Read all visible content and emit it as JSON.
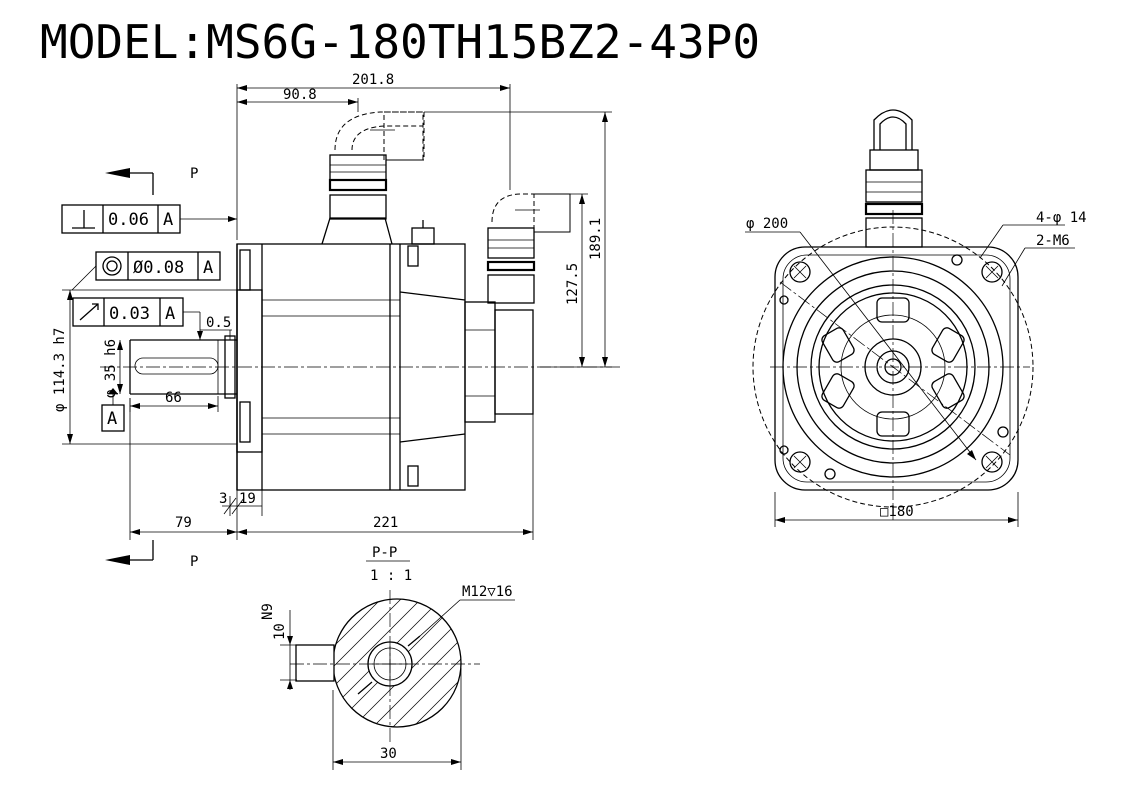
{
  "title": "MODEL:MS6G-180TH15BZ2-43P0",
  "dimensions": {
    "d_201_8": "201.8",
    "d_90_8": "90.8",
    "d_189_1": "189.1",
    "d_127_5": "127.5",
    "d_0_5": "0.5",
    "d_66": "66",
    "d_79": "79",
    "d_221": "221",
    "d_3": "3",
    "d_19": "19",
    "d_114_3": "φ 114.3 h7",
    "d_35": "φ 35 h6",
    "d_200": "φ 200",
    "d_4_14": "4-φ 14",
    "d_2_m6": "2-M6",
    "d_180": "□180",
    "d_m12": "M12▽16",
    "d_n9": "N9",
    "d_10": "10",
    "d_30": "30"
  },
  "tolerances": {
    "perp_value": "0.06",
    "perp_datum": "A",
    "conc_value": "Ø0.08",
    "conc_datum": "A",
    "runout_value": "0.03",
    "runout_datum": "A",
    "datum_label": "A"
  },
  "section": {
    "arrow_label_top": "P",
    "arrow_label_bottom": "P",
    "section_title": "P-P",
    "section_scale": "1 : 1"
  },
  "colors": {
    "line": "#000000",
    "background": "#ffffff"
  }
}
